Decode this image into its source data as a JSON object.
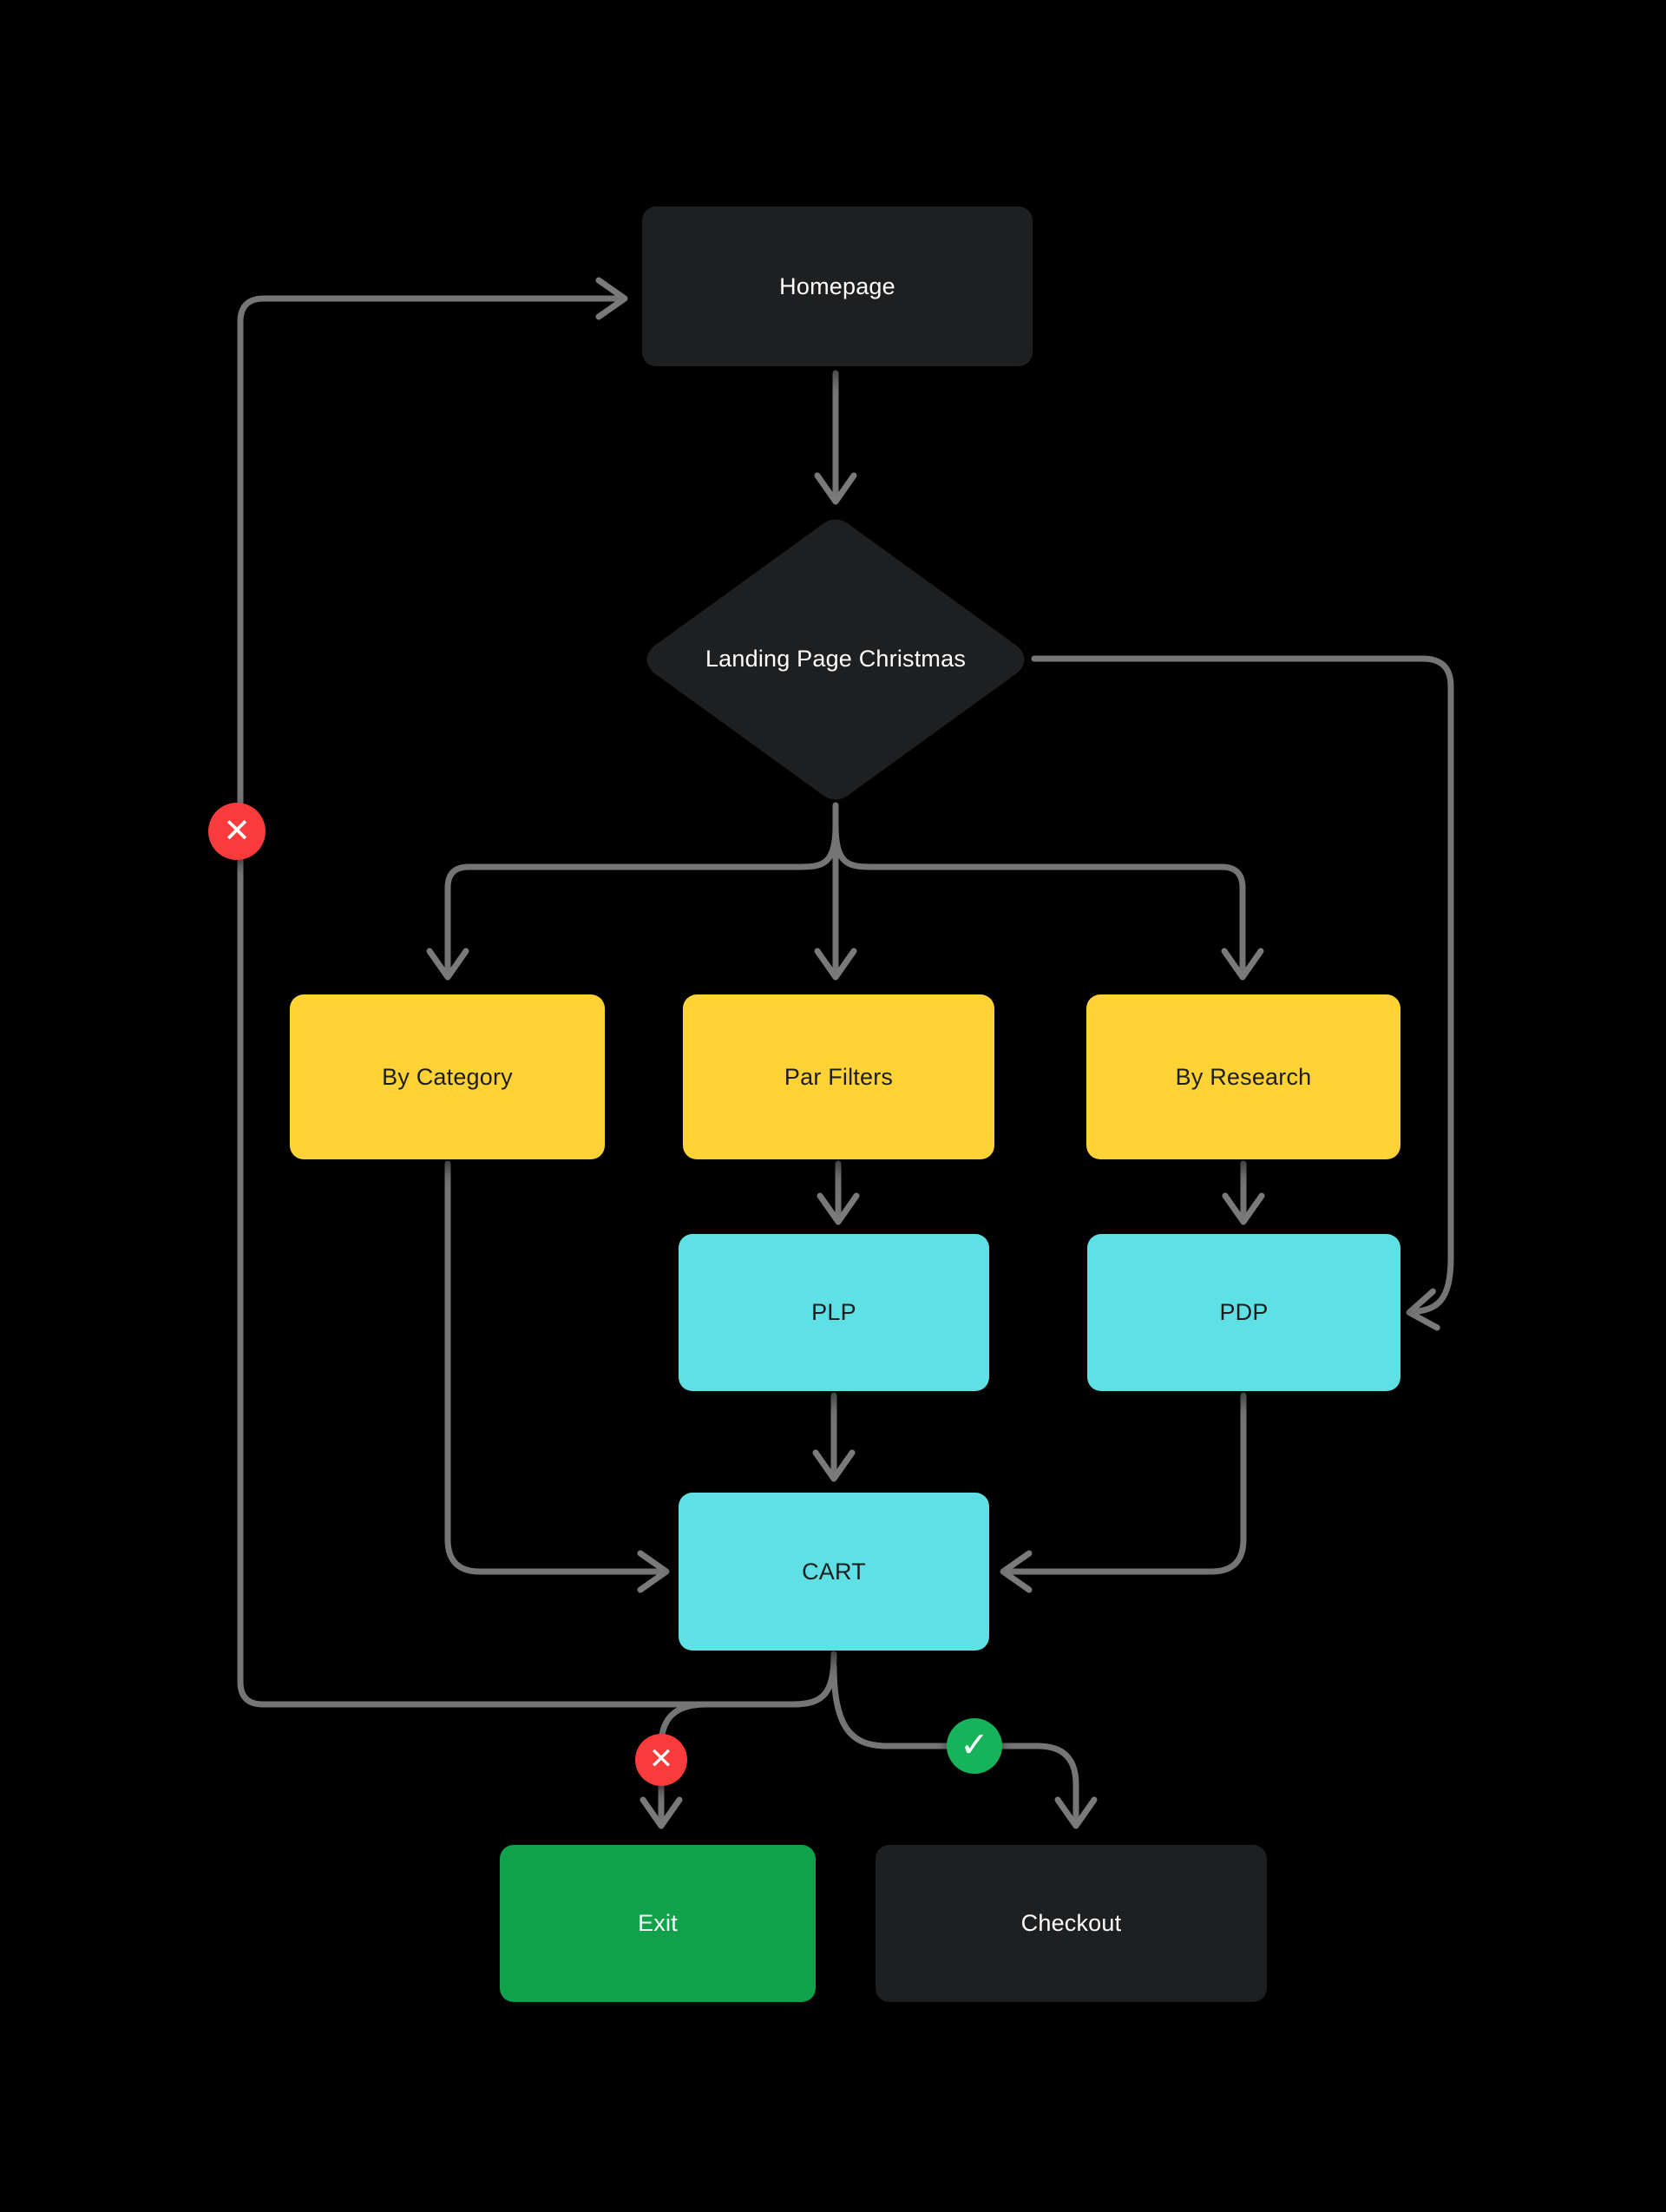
{
  "canvas": {
    "background": "#000000",
    "connector_color": "#757575"
  },
  "nodes": {
    "homepage": {
      "label": "Homepage",
      "shape": "rectangle",
      "fill": "#1e1f21",
      "text_color": "#ffffff"
    },
    "landing_page": {
      "label": "Landing Page Christmas",
      "shape": "diamond",
      "fill": "#1e1f21",
      "text_color": "#ffffff"
    },
    "by_category": {
      "label": "By Category",
      "shape": "rectangle",
      "fill": "#ffd235",
      "text_color": "#1d1d1f"
    },
    "par_filters": {
      "label": "Par Filters",
      "shape": "rectangle",
      "fill": "#ffd235",
      "text_color": "#1d1d1f"
    },
    "by_research": {
      "label": "By Research",
      "shape": "rectangle",
      "fill": "#ffd235",
      "text_color": "#1d1d1f"
    },
    "plp": {
      "label": "PLP",
      "shape": "rectangle",
      "fill": "#5fe0e4",
      "text_color": "#1d1d1f"
    },
    "pdp": {
      "label": "PDP",
      "shape": "rectangle",
      "fill": "#5fe0e4",
      "text_color": "#1d1d1f"
    },
    "cart": {
      "label": "CART",
      "shape": "rectangle",
      "fill": "#5fe0e4",
      "text_color": "#1d1d1f"
    },
    "exit": {
      "label": "Exit",
      "shape": "rectangle",
      "fill": "#0fa24b",
      "text_color": "#ffffff"
    },
    "checkout": {
      "label": "Checkout",
      "shape": "rectangle",
      "fill": "#1e1f21",
      "text_color": "#ffffff"
    }
  },
  "badges": {
    "loop_reject": {
      "icon": "x-circle",
      "glyph": "✕",
      "fill": "#f93b3b"
    },
    "cart_reject": {
      "icon": "x-circle",
      "glyph": "✕",
      "fill": "#f93b3b"
    },
    "cart_accept": {
      "icon": "check-circle",
      "glyph": "✓",
      "fill": "#17b35a"
    }
  },
  "edges": [
    {
      "from": "homepage",
      "to": "landing_page"
    },
    {
      "from": "landing_page",
      "to": "by_category"
    },
    {
      "from": "landing_page",
      "to": "par_filters"
    },
    {
      "from": "landing_page",
      "to": "by_research"
    },
    {
      "from": "landing_page",
      "to": "pdp"
    },
    {
      "from": "par_filters",
      "to": "plp"
    },
    {
      "from": "by_research",
      "to": "pdp"
    },
    {
      "from": "plp",
      "to": "cart"
    },
    {
      "from": "by_category",
      "to": "cart"
    },
    {
      "from": "pdp",
      "to": "cart"
    },
    {
      "from": "cart",
      "to": "homepage",
      "badge": "loop_reject"
    },
    {
      "from": "cart",
      "to": "exit",
      "badge": "cart_reject"
    },
    {
      "from": "cart",
      "to": "checkout",
      "badge": "cart_accept"
    }
  ]
}
